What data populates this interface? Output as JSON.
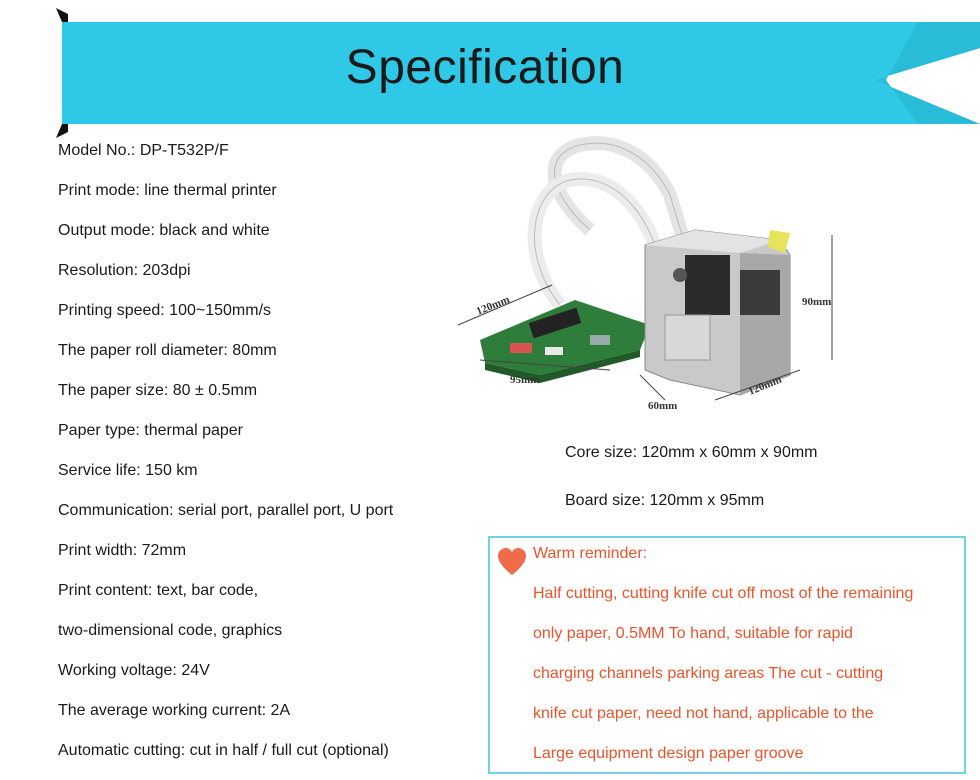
{
  "header": {
    "title": "Specification",
    "color": "#2fc8e6"
  },
  "specs": [
    "Model No.: DP-T532P/F",
    "Print mode: line thermal printer",
    "Output mode: black and white",
    "Resolution: 203dpi",
    "Printing speed: 100~150mm/s",
    "The paper roll diameter: 80mm",
    "The paper size: 80 ± 0.5mm",
    "Paper type: thermal paper",
    "Service life: 150 km",
    "Communication: serial port, parallel port, U port",
    "Print width: 72mm",
    "Print content: text, bar code,",
    "two-dimensional code, graphics",
    "Working voltage: 24V",
    "The average working current: 2A",
    "Automatic cutting: cut in half / full cut (optional)"
  ],
  "product_image": {
    "dimensions": [
      "120mm",
      "95mm",
      "60mm",
      "120mm",
      "90mm"
    ]
  },
  "sizes": {
    "core": "Core size: 120mm x 60mm x 90mm",
    "board": "Board size: 120mm x 95mm"
  },
  "reminder": {
    "title": "Warm reminder:",
    "icon": "heart-icon",
    "accent_color": "#e8542c",
    "border_color": "#6fd3e0",
    "lines": [
      "Half cutting, cutting knife cut off most of the remaining",
      "only paper, 0.5MM To hand, suitable for rapid",
      "charging channels parking areas The cut - cutting",
      "knife cut paper, need not hand, applicable to the",
      "Large equipment design paper groove"
    ]
  }
}
